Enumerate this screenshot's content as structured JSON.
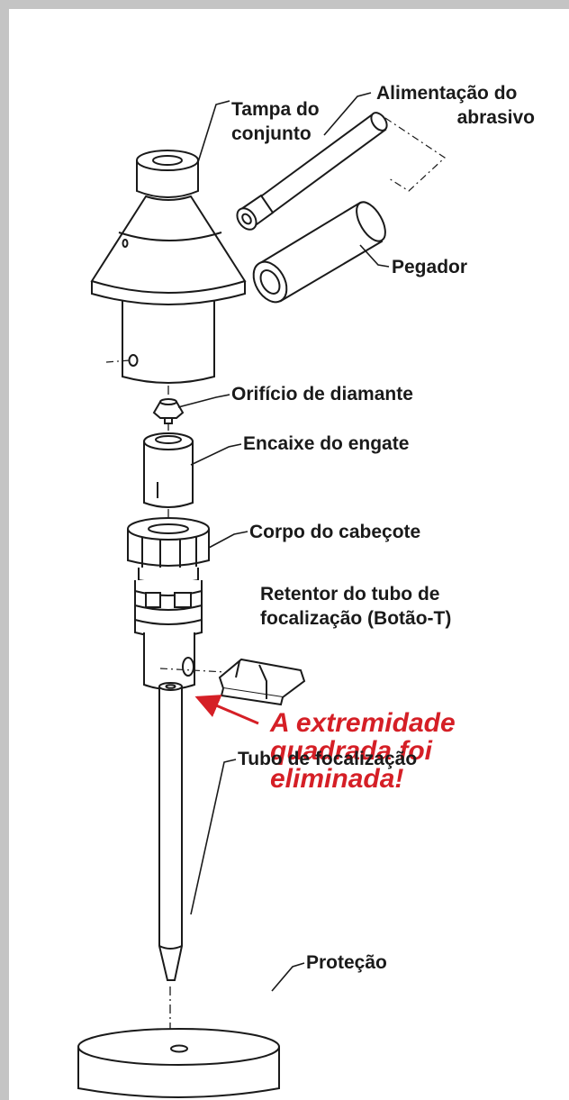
{
  "labels": {
    "tampa_1": "Tampa do",
    "tampa_2": "conjunto",
    "alimentacao_1": "Alimentação do",
    "alimentacao_2": "abrasivo",
    "pegador": "Pegador",
    "orificio": "Orifício de diamante",
    "encaixe": "Encaixe do engate",
    "corpo": "Corpo do cabeçote",
    "retentor_1": "Retentor do tubo de",
    "retentor_2": "focalização (Botão-T)",
    "tubo": "Tubo de focalização",
    "protecao": "Proteção"
  },
  "callout": {
    "line1": "A extremidade",
    "line2": "quadrada foi",
    "line3": "eliminada!"
  },
  "colors": {
    "border": "#c4c4c4",
    "callout_red": "#d51f26",
    "line": "#1a1a1a"
  }
}
